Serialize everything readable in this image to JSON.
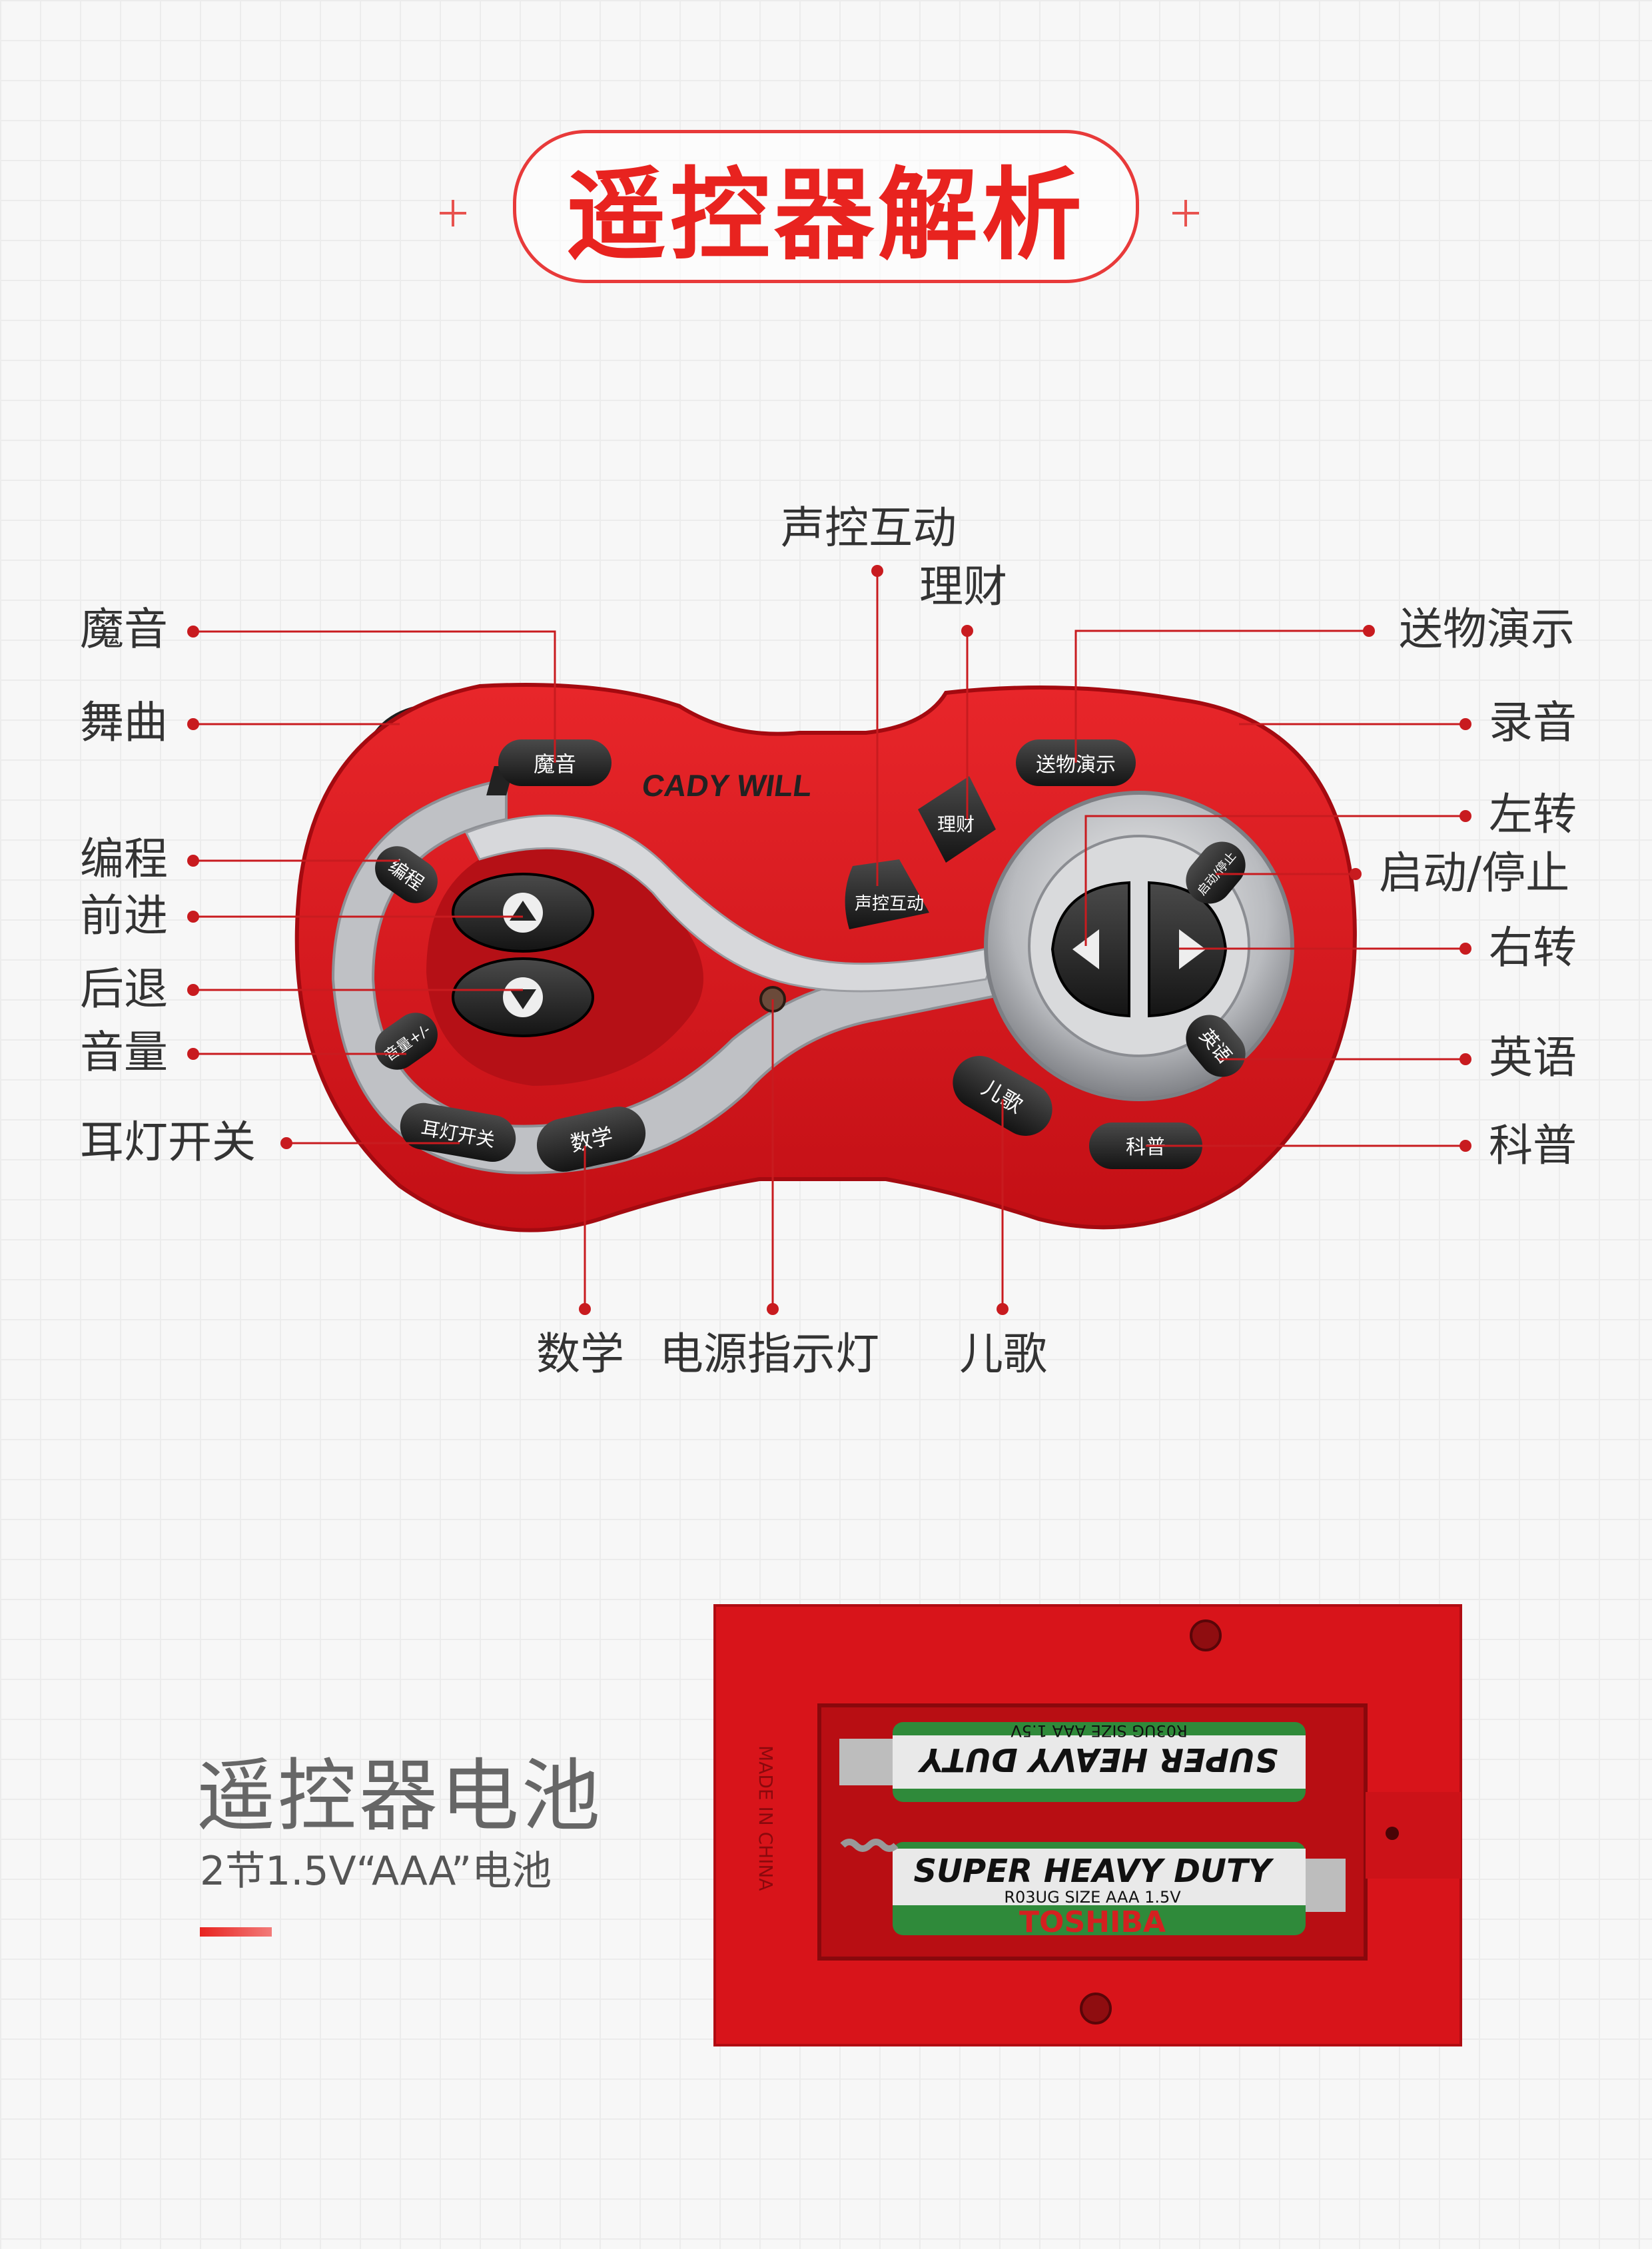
{
  "title": "遥控器解析",
  "brand": "CADY WILL",
  "callouts": {
    "moyin": "魔音",
    "wuqu": "舞曲",
    "biancheng": "编程",
    "qianjin": "前进",
    "houtui": "后退",
    "yinliang": "音量",
    "erdeng": "耳灯开关",
    "shengkong": "声控互动",
    "licai": "理财",
    "songwu": "送物演示",
    "luyin": "录音",
    "zuozhuan": "左转",
    "qidong": "启动/停止",
    "youzhuan": "右转",
    "yingyu": "英语",
    "kepu": "科普",
    "shuxue": "数学",
    "dianyuan": "电源指示灯",
    "erge": "儿歌"
  },
  "buttons": {
    "moyin": "魔音",
    "songwu": "送物演示",
    "licai": "理财",
    "shengkong": "声控互动",
    "biancheng": "编程",
    "yinliang": "音量+/-",
    "erdeng": "耳灯开关",
    "shuxue": "数学",
    "erge": "儿歌",
    "kepu": "科普",
    "yingyu": "英语",
    "qidong": "启动/停止"
  },
  "battery": {
    "title": "遥控器电池",
    "subtitle": "2节1.5V“AAA”电池",
    "brand": "TOSHIBA",
    "type": "SUPER HEAVY DUTY",
    "spec": "R03UG  SIZE  AAA  1.5V",
    "made": "MADE IN CHINA"
  },
  "colors": {
    "accent": "#e8231f",
    "body": "#d4141a"
  }
}
